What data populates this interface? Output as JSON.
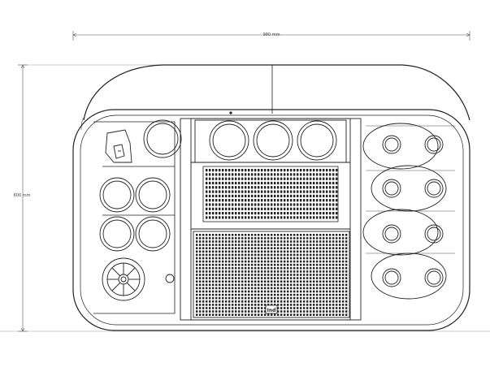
{
  "dimensions": {
    "width_label": "980 mm",
    "height_label": "600 mm"
  },
  "logo": {
    "mark": "Ind"
  },
  "colors": {
    "line": "#222222",
    "dim_line": "#555555",
    "background": "#ffffff"
  },
  "icons": {
    "tap": "faucet-icon",
    "fan": "fan-icon",
    "button": "round-button-icon"
  }
}
